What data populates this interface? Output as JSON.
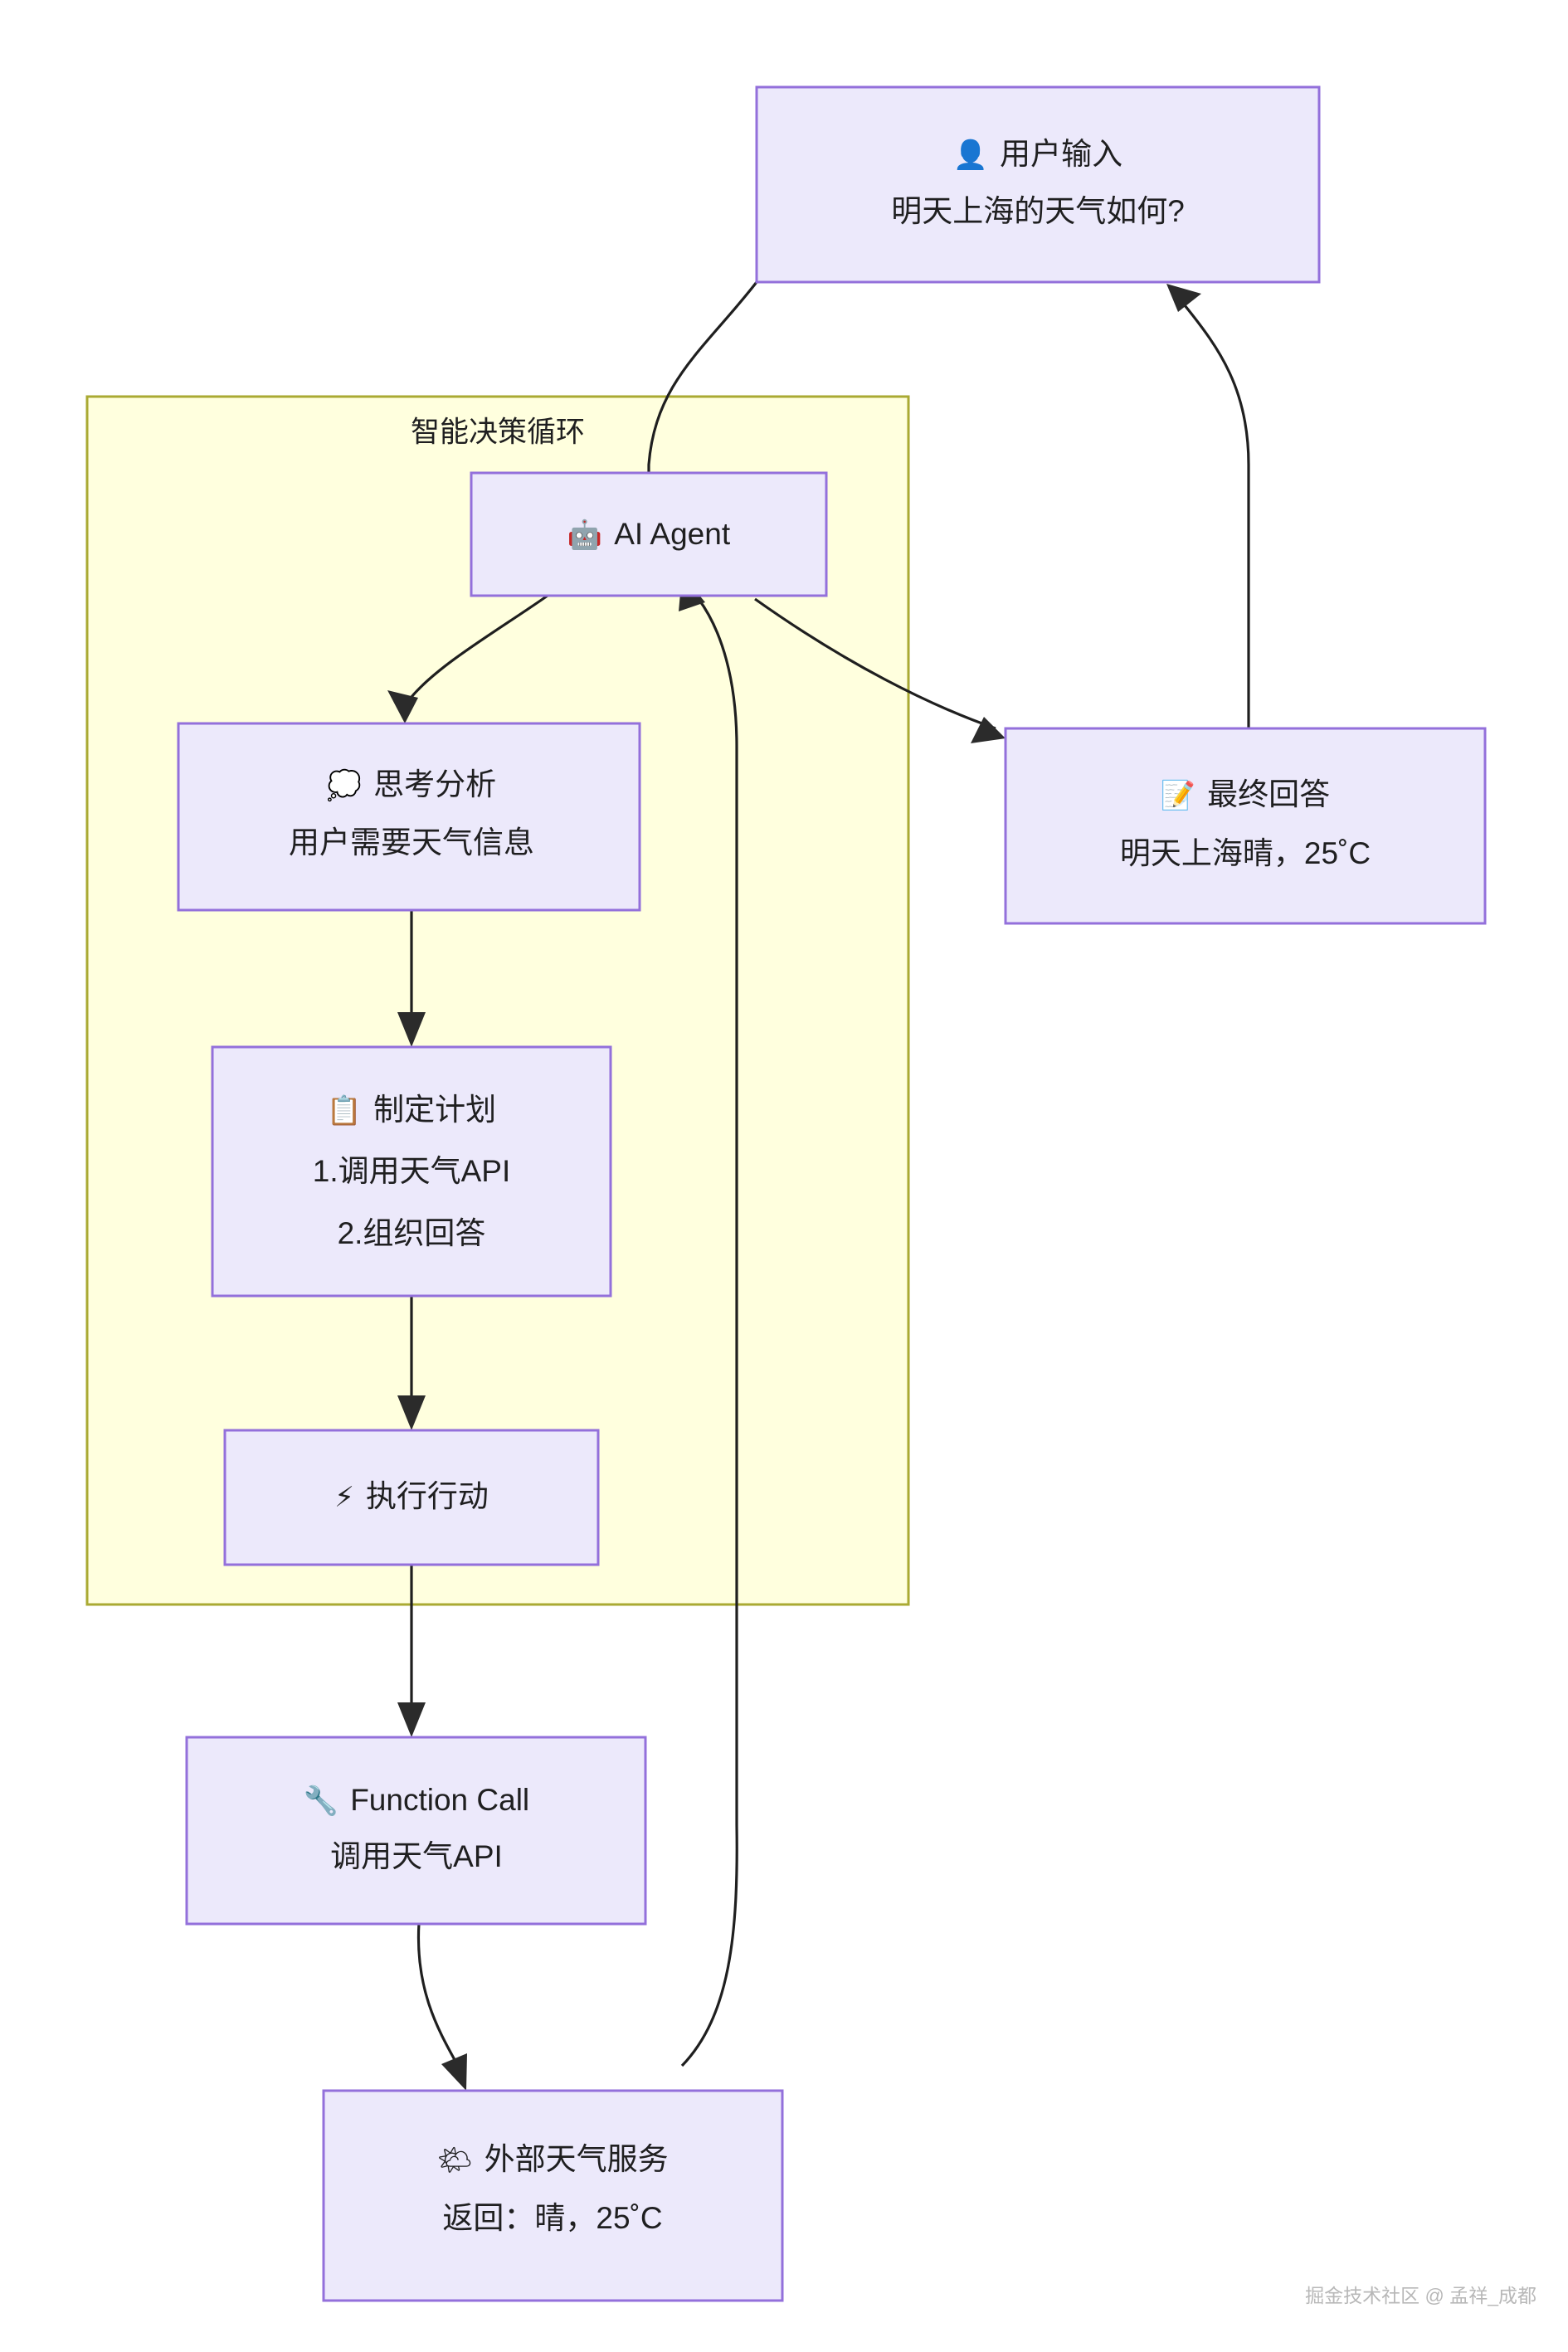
{
  "diagram": {
    "type": "flowchart",
    "direction": "top-down",
    "background_color": "#ffffff",
    "node_fill_color": "#ECE9FB",
    "node_border_color": "#9370DB",
    "cluster_fill_color": "#FFFFDE",
    "cluster_border_color": "#AAAA33",
    "edge_color": "#1f1f1f"
  },
  "cluster": {
    "title": "智能决策循环"
  },
  "nodes": {
    "user_input": {
      "icon": "bust-in-silhouette-icon",
      "icon_glyph": "👤",
      "line1": "用户输入",
      "line2": "明天上海的天气如何?"
    },
    "ai_agent": {
      "icon": "robot-icon",
      "icon_glyph": "🤖",
      "line1": "AI Agent"
    },
    "think": {
      "icon": "thought-balloon-icon",
      "icon_glyph": "💭",
      "line1": "思考分析",
      "line2": "用户需要天气信息"
    },
    "plan": {
      "icon": "clipboard-icon",
      "icon_glyph": "📋",
      "line1": "制定计划",
      "line2": "1.调用天气API",
      "line3": "2.组织回答"
    },
    "act": {
      "icon": "high-voltage-icon",
      "icon_glyph": "⚡",
      "line1": "执行行动"
    },
    "function_call": {
      "icon": "wrench-icon",
      "icon_glyph": "🔧",
      "line1": "Function Call",
      "line2": "调用天气API"
    },
    "weather_service": {
      "icon": "sun-behind-cloud-icon",
      "icon_glyph": "🌤",
      "line1": "外部天气服务",
      "line2": "返回：晴，25˚C"
    },
    "final_answer": {
      "icon": "memo-icon",
      "icon_glyph": "📝",
      "line1": "最终回答",
      "line2": "明天上海晴，25˚C"
    }
  },
  "edges": [
    {
      "from": "user_input",
      "to": "ai_agent",
      "label": ""
    },
    {
      "from": "ai_agent",
      "to": "think",
      "label": ""
    },
    {
      "from": "think",
      "to": "plan",
      "label": ""
    },
    {
      "from": "plan",
      "to": "act",
      "label": ""
    },
    {
      "from": "act",
      "to": "function_call",
      "label": ""
    },
    {
      "from": "function_call",
      "to": "weather_service",
      "label": ""
    },
    {
      "from": "weather_service",
      "to": "ai_agent",
      "label": ""
    },
    {
      "from": "ai_agent",
      "to": "final_answer",
      "label": ""
    },
    {
      "from": "final_answer",
      "to": "user_input",
      "label": ""
    }
  ],
  "watermark": {
    "text": "掘金技术社区 @ 孟祥_成都"
  }
}
